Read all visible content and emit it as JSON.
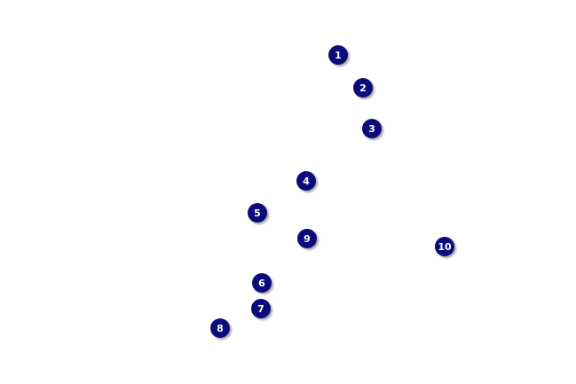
{
  "markers": [
    {
      "label": "1"
    },
    {
      "label": "2"
    },
    {
      "label": "3"
    },
    {
      "label": "4"
    },
    {
      "label": "5"
    },
    {
      "label": "9"
    },
    {
      "label": "10"
    },
    {
      "label": "6"
    },
    {
      "label": "7"
    },
    {
      "label": "8"
    }
  ],
  "colors": {
    "marker_fill": "#0b0b7a",
    "marker_text": "#ffffff",
    "background": "#ffffff"
  }
}
